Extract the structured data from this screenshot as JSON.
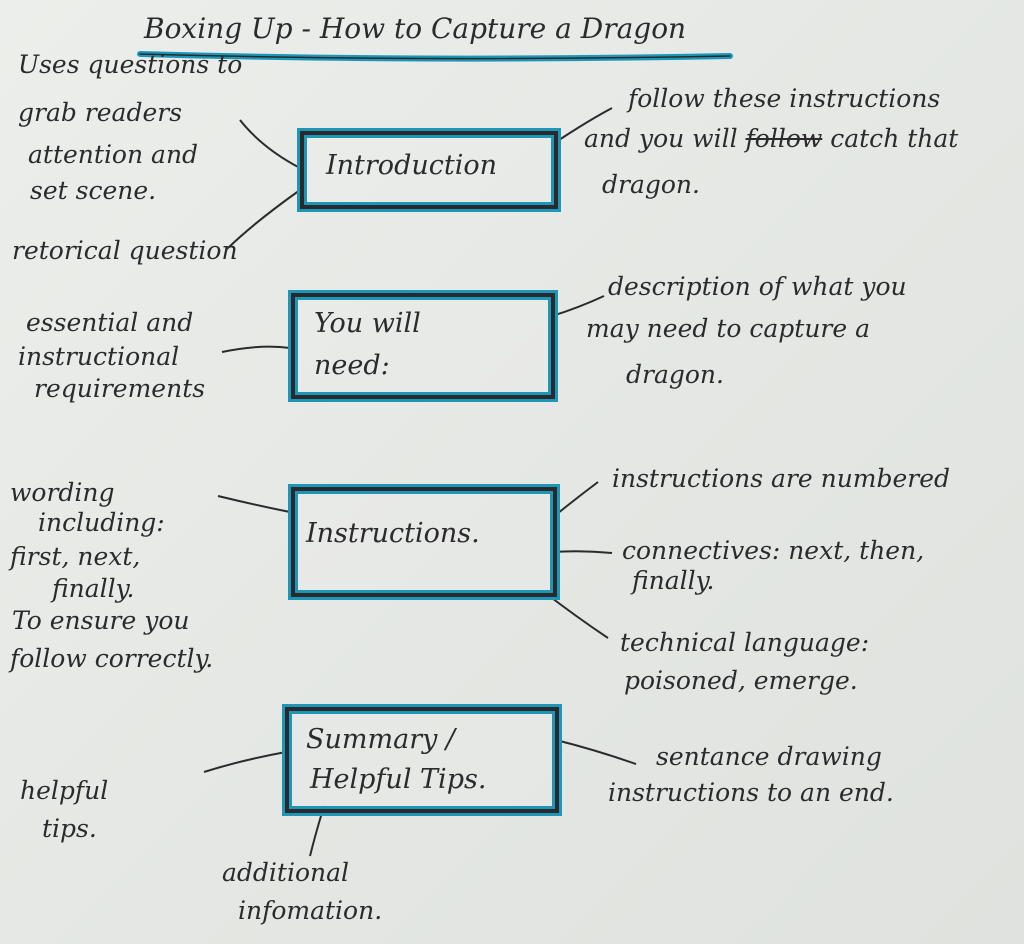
{
  "title": "Boxing Up - How to Capture a Dragon",
  "sections": [
    {
      "label": "Introduction",
      "left_notes": [
        "Uses questions to",
        "grab readers",
        "attention and",
        "set scene."
      ],
      "bottom_note": "retorical question",
      "right_note": {
        "line1": "follow these instructions",
        "line2_start": "and you will",
        "line2_struck": "follow",
        "line2_end": "catch that",
        "line3": "dragon."
      }
    },
    {
      "label_lines": [
        "You will",
        "need:"
      ],
      "left_notes": [
        "essential and",
        "instructional",
        "requirements"
      ],
      "right_notes": [
        "description of what you",
        "may need to capture a",
        "dragon."
      ]
    },
    {
      "label": "Instructions.",
      "left_notes": [
        "wording",
        "including:",
        "first, next,",
        "finally.",
        "To ensure you",
        "follow correctly."
      ],
      "right_notes": [
        [
          "instructions are numbered"
        ],
        [
          "connectives: next, then,",
          "finally."
        ],
        [
          "technical language:",
          "poisoned, emerge."
        ]
      ]
    },
    {
      "label_lines": [
        "Summary /",
        "Helpful Tips."
      ],
      "left_notes": [
        "helpful",
        "tips."
      ],
      "bottom_notes": [
        "additional",
        "infomation."
      ],
      "right_notes": [
        "sentance drawing",
        "instructions to an end."
      ]
    }
  ],
  "colors": {
    "box_border": "#2a2a2e",
    "box_highlight": "#1d97b8",
    "underline": "#1d97b8",
    "ink": "#2b2b2e",
    "paper": "#e9ebe8"
  }
}
